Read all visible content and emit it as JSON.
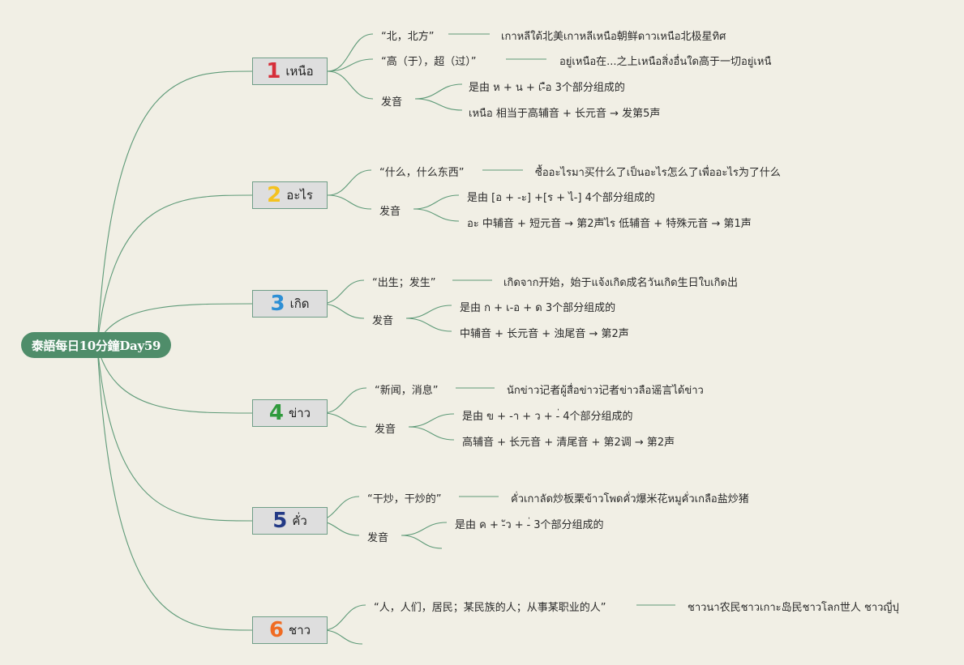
{
  "title": "泰語每日10分鐘Day59",
  "words": [
    {
      "num": "1",
      "thai": "เหนือ",
      "color": "#d62f3a",
      "meaning": "“北，北方”",
      "example": "เกาหลีใต้北美เกาหลีเหนือ朝鲜ดาวเหนือ北极星ทิศ",
      "meaning2": "“高（于），超（过）”",
      "example2": "อยู่เหนือ在...之上เหนือสิ่งอื่นใด高于一切อยู่เหนื",
      "pron_label": "发音",
      "pron": [
        "是由 ห + น + เ-ือ 3个部分组成的",
        "เหนือ 相当于高辅音 + 长元音 → 发第5声"
      ]
    },
    {
      "num": "2",
      "thai": "อะไร",
      "color": "#f4c21f",
      "meaning": "“什么，什么东西”",
      "example": "ซื้ออะไรมา买什么了เป็นอะไร怎么了เพื่ออะไร为了什么",
      "pron_label": "发音",
      "pron": [
        "是由 [อ + -ะ] +[ร + ไ-] 4个部分组成的",
        "อะ 中辅音 + 短元音 → 第2声ไร 低辅音 + 特殊元音 → 第1声"
      ]
    },
    {
      "num": "3",
      "thai": "เกิด",
      "color": "#2d8fd5",
      "meaning": "“出生；发生”",
      "example": "เกิดจาก开始，始于แจ้งเกิด成名วันเกิด生日ใบเกิด出",
      "pron_label": "发音",
      "pron": [
        "是由 ก + เ-อ + ด 3个部分组成的",
        "中辅音 + 长元音 + 浊尾音 → 第2声"
      ]
    },
    {
      "num": "4",
      "thai": "ข่าว",
      "color": "#2f9a3c",
      "meaning": "“新闻，消息”",
      "example": "นักข่าว记者ผู้สื่อข่าว记者ข่าวลือ谣言ได้ข่าว",
      "pron_label": "发音",
      "pron": [
        "是由 ข + -า + ว + -่ 4个部分组成的",
        "高辅音 + 长元音 + 清尾音 + 第2调 → 第2声"
      ]
    },
    {
      "num": "5",
      "thai": "คั่ว",
      "color": "#233a86",
      "meaning": "“干炒，干炒的”",
      "example": "คั่วเกาลัด炒板栗ข้าวโพดคั่ว爆米花หมูคั่วเกลือ盐炒猪",
      "pron_label": "发音",
      "pron": [
        "是由 ค + -ัว + -่ 3个部分组成的",
        ""
      ]
    },
    {
      "num": "6",
      "thai": "ชาว",
      "color": "#f06b22",
      "meaning": "“人，人们，居民；某民族的人；从事某职业的人”",
      "example": "ชาวนา农民ชาวเกาะ岛民ชาวโลก世人 ชาวญี่ปุ"
    }
  ]
}
